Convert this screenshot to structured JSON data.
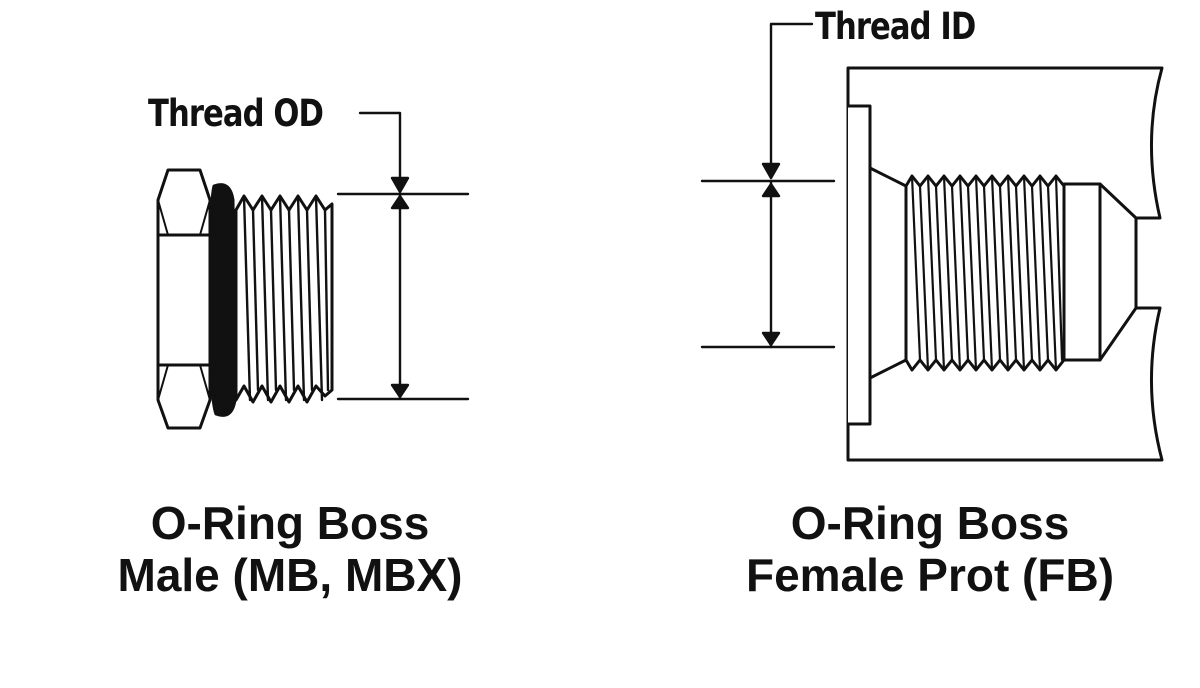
{
  "male_fitting": {
    "dimension_label": "Thread OD",
    "caption_line1": "O-Ring Boss",
    "caption_line2": "Male (MB, MBX)"
  },
  "female_fitting": {
    "dimension_label": "Thread ID",
    "caption_line1": "O-Ring Boss",
    "caption_line2": "Female Prot (FB)"
  },
  "colors": {
    "stroke": "#111111",
    "background": "#ffffff"
  }
}
